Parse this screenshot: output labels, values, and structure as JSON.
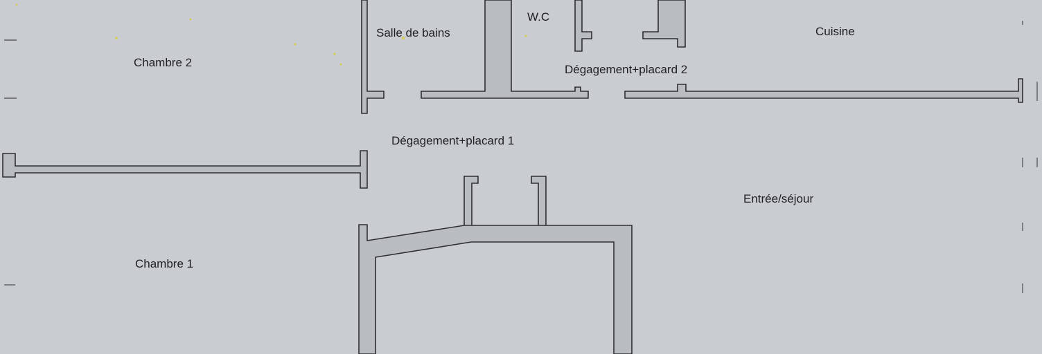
{
  "plan": {
    "rooms": [
      {
        "id": "chambre-2",
        "label": "Chambre 2"
      },
      {
        "id": "salle-de-bains",
        "label": "Salle de bains"
      },
      {
        "id": "wc",
        "label": "W.C"
      },
      {
        "id": "cuisine",
        "label": "Cuisine"
      },
      {
        "id": "degagement-2",
        "label": "Dégagement+placard 2"
      },
      {
        "id": "degagement-1",
        "label": "Dégagement+placard 1"
      },
      {
        "id": "entree-sejour",
        "label": "Entrée/séjour"
      },
      {
        "id": "chambre-1",
        "label": "Chambre 1"
      }
    ],
    "colors": {
      "paper": "#c9ccd0",
      "wall_fill": "#b9bcc0",
      "wall_stroke": "#2e2e30",
      "text": "#1f1f22"
    }
  }
}
